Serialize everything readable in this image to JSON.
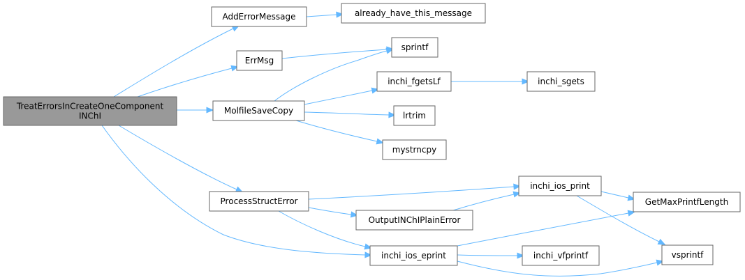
{
  "graph": {
    "nodes": [
      {
        "id": "root",
        "lines": [
          "TreatErrorsInCreateOneComponent",
          "INChI"
        ],
        "root": true
      },
      {
        "id": "adderr",
        "lines": [
          "AddErrorMessage"
        ]
      },
      {
        "id": "already",
        "lines": [
          "already_have_this_message"
        ]
      },
      {
        "id": "errmsg",
        "lines": [
          "ErrMsg"
        ]
      },
      {
        "id": "sprintf",
        "lines": [
          "sprintf"
        ]
      },
      {
        "id": "molfile",
        "lines": [
          "MolfileSaveCopy"
        ]
      },
      {
        "id": "fgets",
        "lines": [
          "inchi_fgetsLf"
        ]
      },
      {
        "id": "sgets",
        "lines": [
          "inchi_sgets"
        ]
      },
      {
        "id": "lrtrim",
        "lines": [
          "lrtrim"
        ]
      },
      {
        "id": "mystrn",
        "lines": [
          "mystrncpy"
        ]
      },
      {
        "id": "pse",
        "lines": [
          "ProcessStructError"
        ]
      },
      {
        "id": "iosprint",
        "lines": [
          "inchi_ios_print"
        ]
      },
      {
        "id": "getmax",
        "lines": [
          "GetMaxPrintfLength"
        ]
      },
      {
        "id": "outplain",
        "lines": [
          "OutputINChIPlainError"
        ]
      },
      {
        "id": "ioseprint",
        "lines": [
          "inchi_ios_eprint"
        ]
      },
      {
        "id": "vfprintf",
        "lines": [
          "inchi_vfprintf"
        ]
      },
      {
        "id": "vsprintf",
        "lines": [
          "vsprintf"
        ]
      }
    ],
    "edges": [
      {
        "from": "root",
        "to": "adderr"
      },
      {
        "from": "root",
        "to": "errmsg"
      },
      {
        "from": "root",
        "to": "molfile"
      },
      {
        "from": "root",
        "to": "pse"
      },
      {
        "from": "root",
        "to": "ioseprint"
      },
      {
        "from": "adderr",
        "to": "already"
      },
      {
        "from": "errmsg",
        "to": "sprintf"
      },
      {
        "from": "molfile",
        "to": "sprintf"
      },
      {
        "from": "molfile",
        "to": "fgets"
      },
      {
        "from": "molfile",
        "to": "lrtrim"
      },
      {
        "from": "molfile",
        "to": "mystrn"
      },
      {
        "from": "fgets",
        "to": "sgets"
      },
      {
        "from": "pse",
        "to": "iosprint"
      },
      {
        "from": "pse",
        "to": "outplain"
      },
      {
        "from": "pse",
        "to": "ioseprint"
      },
      {
        "from": "outplain",
        "to": "iosprint"
      },
      {
        "from": "iosprint",
        "to": "getmax"
      },
      {
        "from": "iosprint",
        "to": "vsprintf"
      },
      {
        "from": "ioseprint",
        "to": "getmax"
      },
      {
        "from": "ioseprint",
        "to": "vfprintf"
      },
      {
        "from": "ioseprint",
        "to": "vsprintf"
      }
    ]
  }
}
